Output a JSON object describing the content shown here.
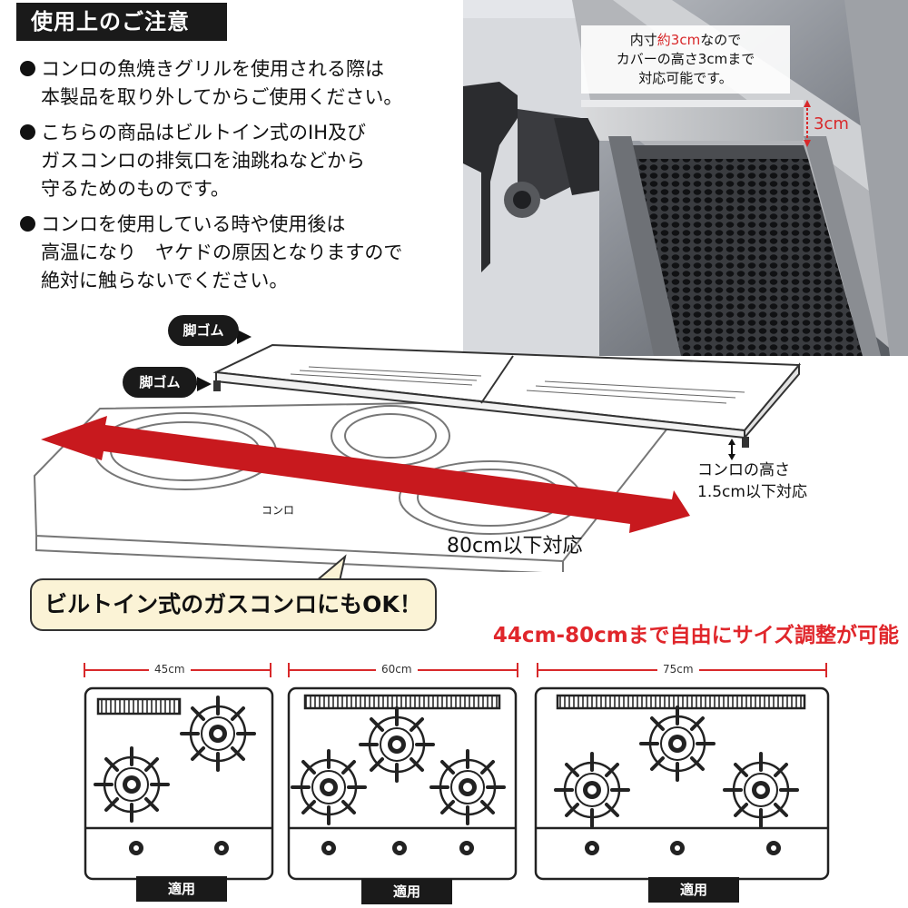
{
  "notice": {
    "title": "使用上のご注意",
    "bullets": [
      {
        "lines": [
          "コンロの魚焼きグリルを使用される際は",
          "本製品を取り外してからご使用ください。"
        ]
      },
      {
        "lines": [
          "こちらの商品はビルトイン式のIH及び",
          "ガスコンロの排気口を油跳ねなどから",
          "守るためのものです。"
        ]
      },
      {
        "lines": [
          "コンロを使用している時や使用後は",
          "高温になり　ヤケドの原因となりますので",
          "絶対に触らないでください。"
        ]
      }
    ]
  },
  "photo": {
    "caption_line1_pre": "内寸",
    "caption_line1_red": "約3cm",
    "caption_line1_post": "なので",
    "caption_line2": "カバーの高さ3cmまで",
    "caption_line3": "対応可能です。",
    "height_label": "3cm"
  },
  "diagram": {
    "foot_label_1": "脚ゴム",
    "foot_label_2": "脚ゴム",
    "stove_word": "コンロ",
    "height_label_line1": "コンロの高さ",
    "height_label_line2": "1.5cm以下対応",
    "width_label": "80cm以下対応"
  },
  "callout": {
    "text": "ビルトイン式のガスコンロにもOK！"
  },
  "adjust_text": "44cm-80cmまで自由にサイズ調整が可能",
  "stoves": [
    {
      "width_label": "45cm",
      "use_label": "適用"
    },
    {
      "width_label": "60cm",
      "use_label": "適用"
    },
    {
      "width_label": "75cm",
      "use_label": "適用"
    }
  ],
  "colors": {
    "accent_red": "#d8282a",
    "arrow_red": "#c8191e",
    "tag_black": "#1a1a1a",
    "bubble_fill": "#fbf3d6"
  }
}
